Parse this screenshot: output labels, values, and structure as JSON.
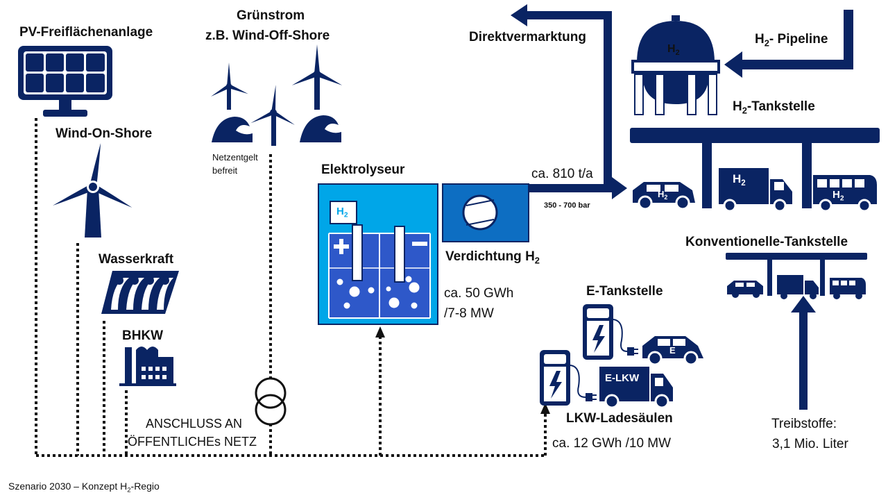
{
  "colors": {
    "navy": "#0a2463",
    "cyan": "#00a6e8",
    "blue": "#2e58c9",
    "mid_blue": "#0d6ec2",
    "white": "#ffffff"
  },
  "labels": {
    "pv": "PV-Freiflächenanlage",
    "wind_onshore": "Wind-On-Shore",
    "gruenstrom_1": "Grünstrom",
    "gruenstrom_2": "z.B. Wind-Off-Shore",
    "netzentgelt_1": "Netzentgelt",
    "netzentgelt_2": "befreit",
    "wasserkraft": "Wasserkraft",
    "bhkw": "BHKW",
    "anschluss_1": "ANSCHLUSS AN",
    "anschluss_2": "ÖFFENTLICHEs NETZ",
    "elektrolyseur": "Elektrolyseur",
    "verdichtung": "Verdichtung H",
    "verdichtung_sub": "2",
    "elektro_energy_1": "ca. 50 GWh",
    "elektro_energy_2": "/7-8 MW",
    "direktvermarktung": "Direktvermarktung",
    "menge": "ca. 810 t/a",
    "druck": "350 - 700 bar",
    "pipeline_pre": "H",
    "pipeline_sub": "2",
    "pipeline_post": "- Pipeline",
    "tankstelle_pre": "H",
    "tankstelle_sub": "2",
    "tankstelle_post": "-Tankstelle",
    "konventionell": "Konventionelle-Tankstelle",
    "e_tankstelle": "E-Tankstelle",
    "lkw_lade": "LKW-Ladesäulen",
    "lkw_energy": "ca. 12 GWh /10 MW",
    "treibstoffe_1": "Treibstoffe:",
    "treibstoffe_2": "3,1 Mio. Liter",
    "footer_pre": "Szenario  2030 – Konzept H",
    "footer_sub": "2",
    "footer_post": "-Regio",
    "icon_h": "H",
    "icon_sub": "2",
    "car_e": "E",
    "truck_elkw": "E-LKW"
  },
  "icons": [
    "solar-panel-icon",
    "wind-turbine-icon",
    "offshore-wind-icon",
    "hydro-dam-icon",
    "factory-icon",
    "transformer-icon",
    "electrolyser-icon",
    "compressor-icon",
    "hydrogen-tank-icon",
    "h2-car-icon",
    "h2-truck-icon",
    "h2-bus-icon",
    "gas-station-roof-icon",
    "charging-station-icon",
    "electric-car-icon",
    "electric-truck-icon",
    "arrow-icon"
  ]
}
